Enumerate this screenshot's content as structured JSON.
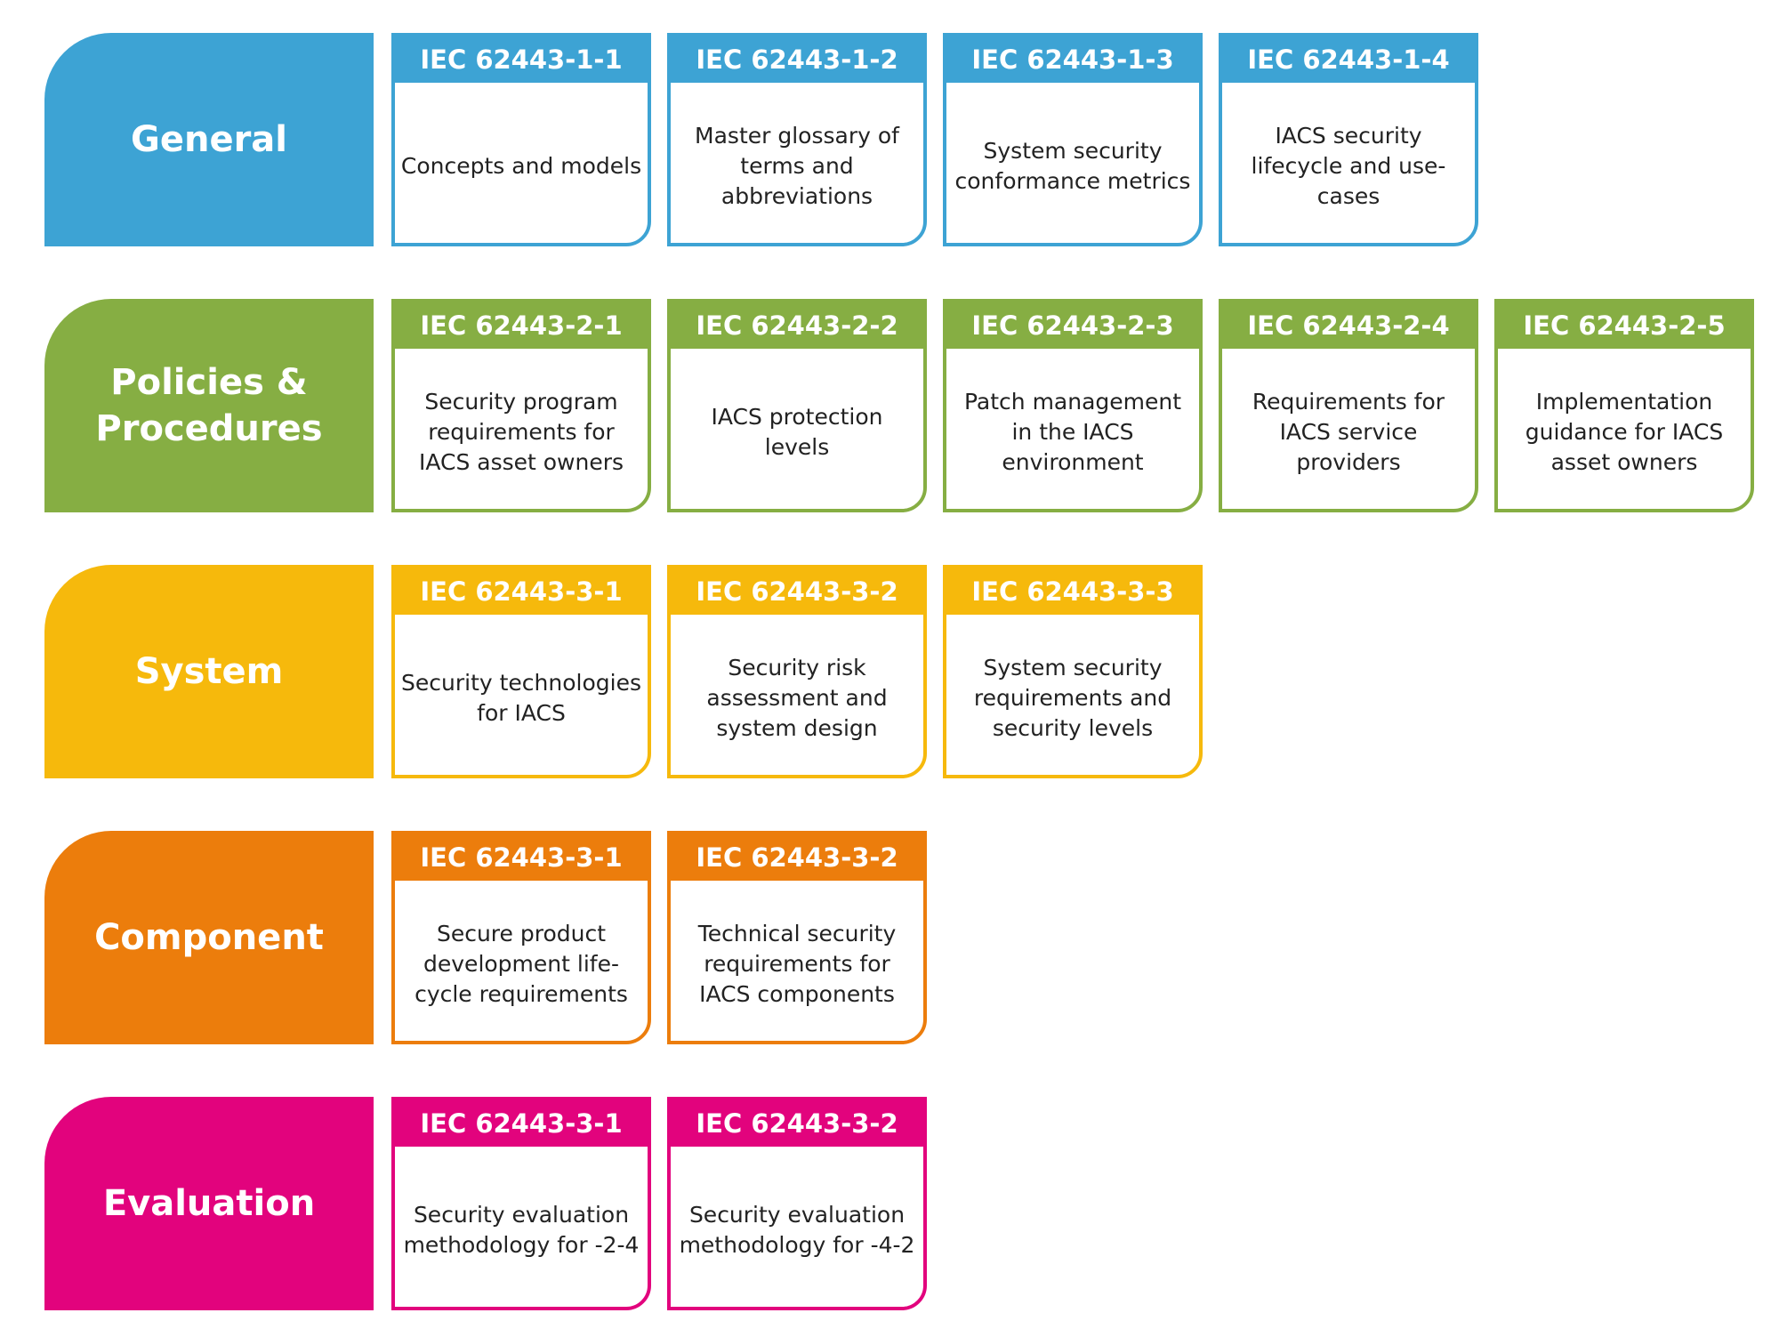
{
  "rows": [
    {
      "category": "General",
      "color": "#3da3d4",
      "cards": [
        {
          "code": "IEC 62443-1-1",
          "desc": "Concepts and models"
        },
        {
          "code": "IEC 62443-1-2",
          "desc": "Master glossary of terms and abbreviations"
        },
        {
          "code": "IEC 62443-1-3",
          "desc": "System security conformance metrics"
        },
        {
          "code": "IEC 62443-1-4",
          "desc": "IACS security lifecycle and use-cases"
        }
      ]
    },
    {
      "category": "Policies & Procedures",
      "color": "#86ae43",
      "cards": [
        {
          "code": "IEC 62443-2-1",
          "desc": "Security program requirements for IACS asset owners"
        },
        {
          "code": "IEC 62443-2-2",
          "desc": "IACS protection levels"
        },
        {
          "code": "IEC 62443-2-3",
          "desc": "Patch management in the IACS environment"
        },
        {
          "code": "IEC 62443-2-4",
          "desc": "Requirements for IACS service providers"
        },
        {
          "code": "IEC 62443-2-5",
          "desc": "Implementation guidance for IACS asset owners"
        }
      ]
    },
    {
      "category": "System",
      "color": "#f6b90c",
      "cards": [
        {
          "code": "IEC 62443-3-1",
          "desc": "Security technologies for IACS"
        },
        {
          "code": "IEC 62443-3-2",
          "desc": "Security risk assessment and system design"
        },
        {
          "code": "IEC 62443-3-3",
          "desc": "System security requirements and security levels"
        }
      ]
    },
    {
      "category": "Component",
      "color": "#ec7d0c",
      "cards": [
        {
          "code": "IEC 62443-3-1",
          "desc": "Secure product development life-cycle requirements"
        },
        {
          "code": "IEC 62443-3-2",
          "desc": "Technical security requirements for IACS components"
        }
      ]
    },
    {
      "category": "Evaluation",
      "color": "#e2037d",
      "cards": [
        {
          "code": "IEC 62443-3-1",
          "desc": "Security evaluation methodology for -2-4"
        },
        {
          "code": "IEC 62443-3-2",
          "desc": "Security evaluation methodology for -4-2"
        }
      ]
    }
  ]
}
